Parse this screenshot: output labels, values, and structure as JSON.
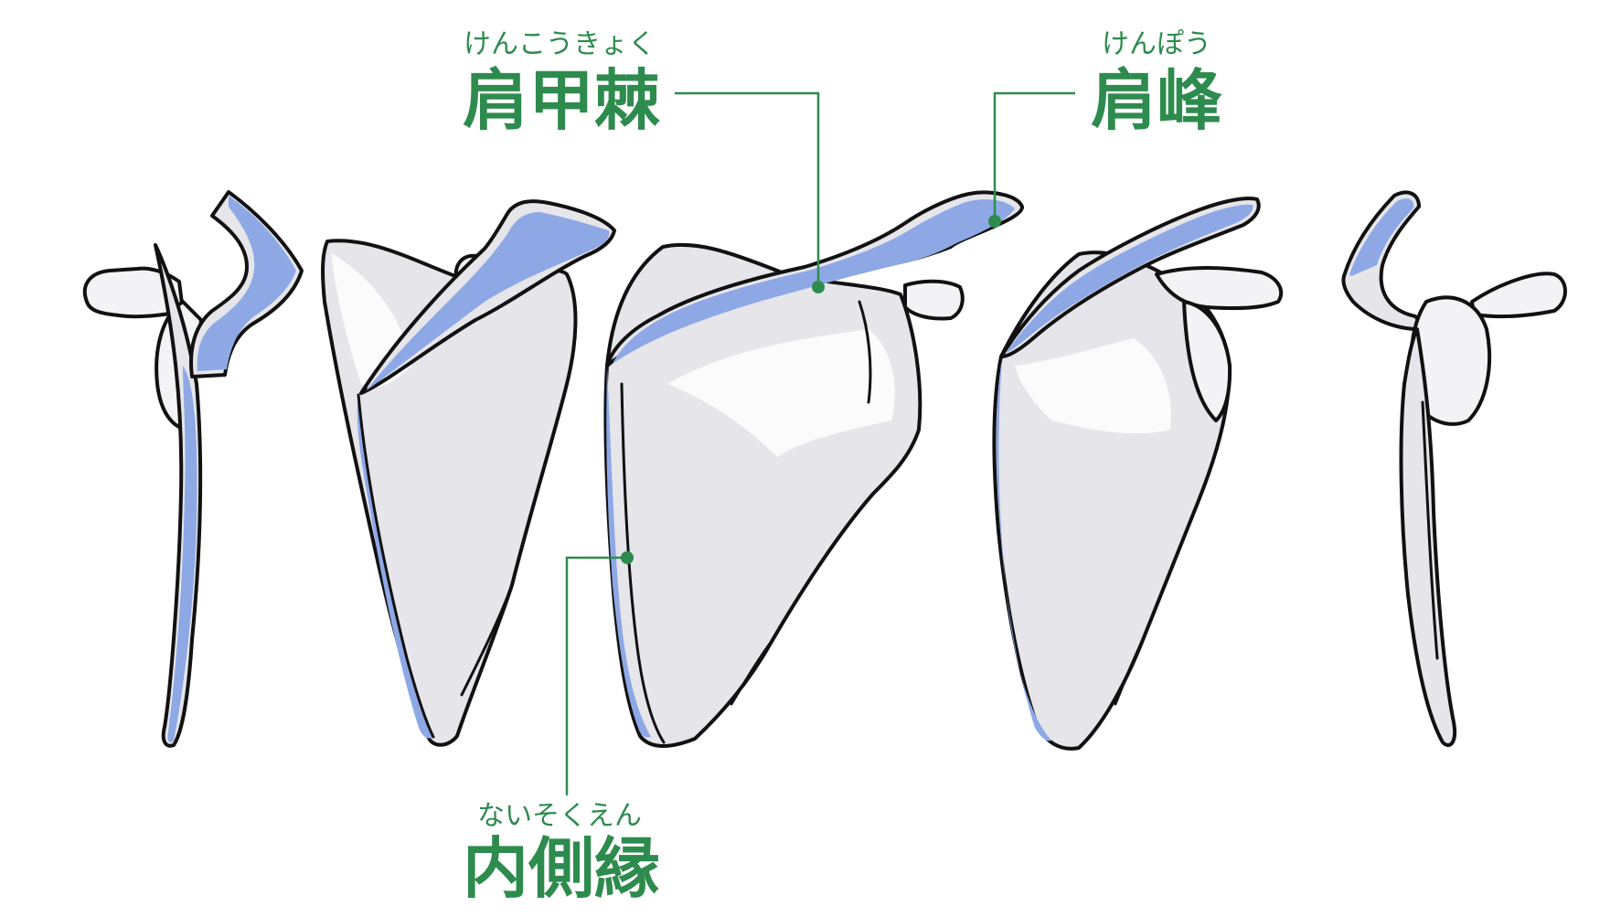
{
  "colors": {
    "label_green": "#2e8b4e",
    "highlight_blue": "#8ea8e6",
    "bone_fill": "#e5e5ea",
    "outline": "#111111"
  },
  "labels": {
    "spine": {
      "ruby": "けんこうきょく",
      "term": "肩甲棘"
    },
    "acromion": {
      "ruby": "けんぽう",
      "term": "肩峰"
    },
    "medial_border": {
      "ruby": "ないそくえん",
      "term": "内側縁"
    }
  }
}
